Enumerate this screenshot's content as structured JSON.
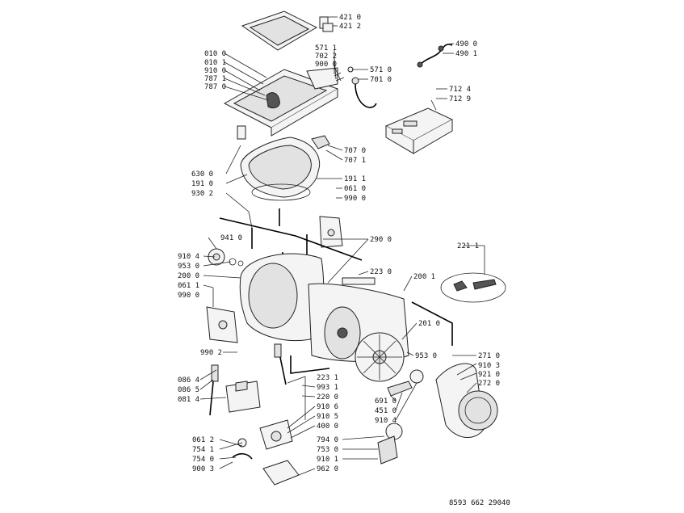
{
  "document_number": "8593 662 29040",
  "labels": {
    "p4210": "421 0",
    "p4212": "421 2",
    "p0100": "010 0",
    "p0101": "010 1",
    "p9100a": "910 0",
    "p7871": "787 1",
    "p7870": "787 0",
    "p5711": "571 1",
    "p7022": "702 2",
    "p9000": "900 0",
    "p5710": "571 0",
    "p7010": "701 0",
    "p4900": "490 0",
    "p4901": "490 1",
    "p7124": "712 4",
    "p7129": "712 9",
    "p7070": "707 0",
    "p7071": "707 1",
    "p6300": "630 0",
    "p1910": "191 0",
    "p9302": "930 2",
    "p1911": "191 1",
    "p0610a": "061 0",
    "p9900a": "990 0",
    "p9410": "941 0",
    "p2900": "290 0",
    "p2211": "221 1",
    "p9104a": "910 4",
    "p9530a": "953 0",
    "p2000": "200 0",
    "p0611": "061 1",
    "p9900b": "990 0",
    "p2230": "223 0",
    "p2001": "200 1",
    "p2010": "201 0",
    "p9530b": "953 0",
    "p9902": "990 2",
    "p2710": "271 0",
    "p9103": "910 3",
    "p9210": "921 0",
    "p2720": "272 0",
    "p0864": "086 4",
    "p0865": "086 5",
    "p0814": "081 4",
    "p2231": "223 1",
    "p9931": "993 1",
    "p2200": "220 0",
    "p9106": "910 6",
    "p9105": "910 5",
    "p4000": "400 0",
    "p6910": "691 0",
    "p4510": "451 0",
    "p9104b": "910 4",
    "p0612": "061 2",
    "p7541": "754 1",
    "p7540": "754 0",
    "p9003": "900 3",
    "p7940": "794 0",
    "p7530": "753 0",
    "p9101": "910 1",
    "p9620": "962 0"
  }
}
